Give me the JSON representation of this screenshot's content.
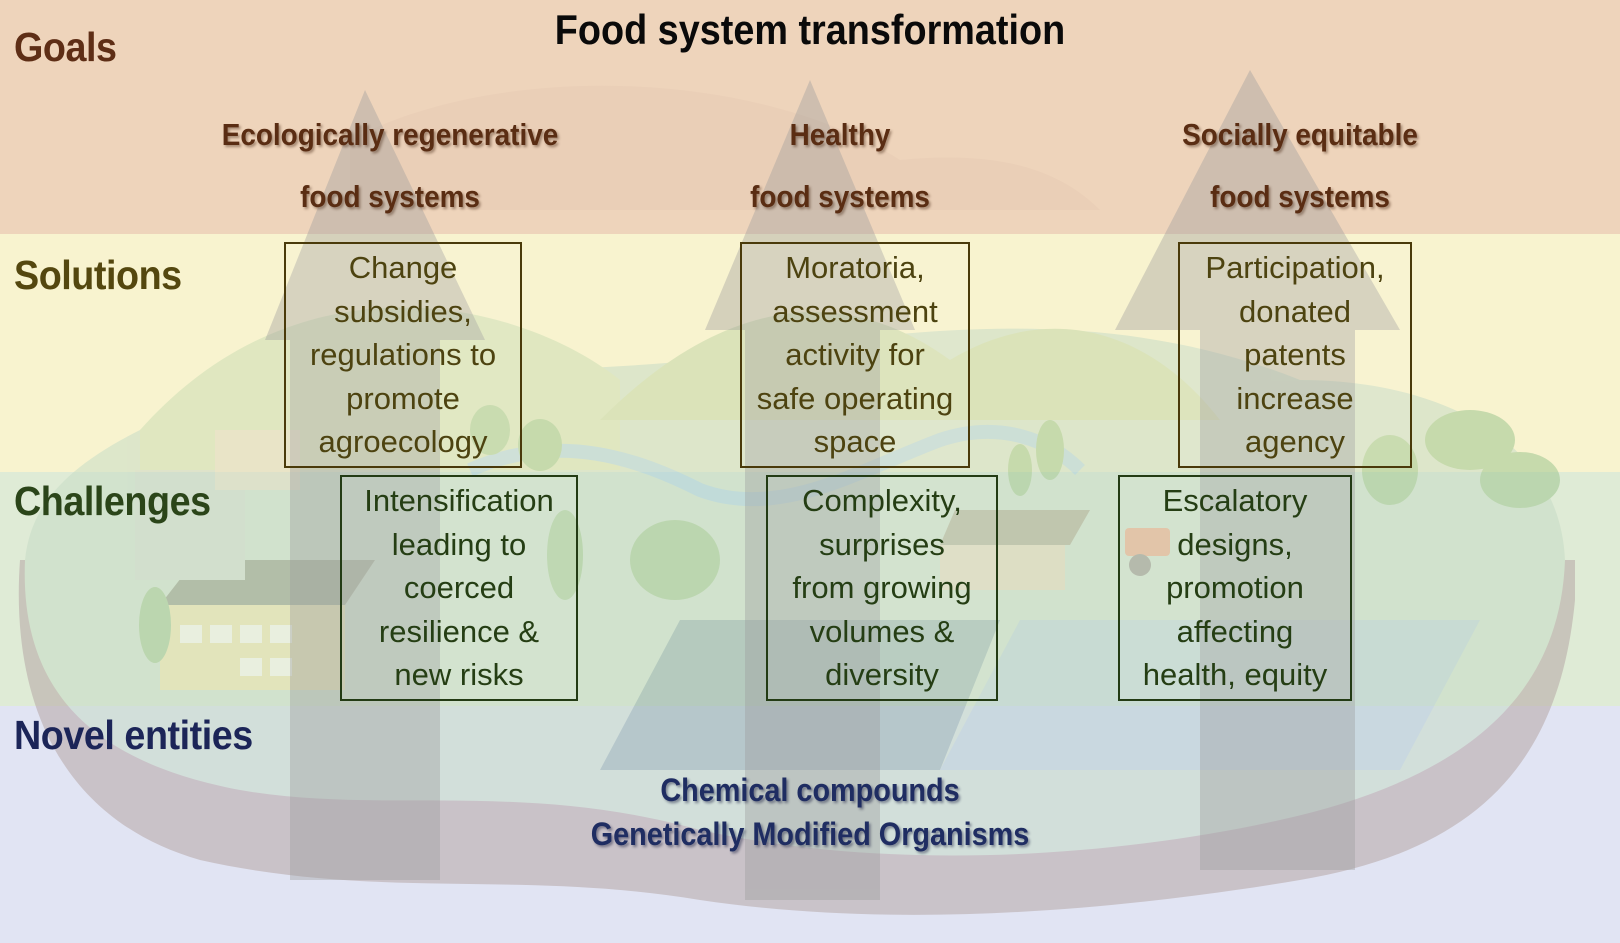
{
  "title": "Food system transformation",
  "sections": {
    "goals": "Goals",
    "solutions": "Solutions",
    "challenges": "Challenges",
    "novel_entities": "Novel entities"
  },
  "goals": [
    {
      "lines": [
        "Ecologically regenerative",
        "food systems"
      ]
    },
    {
      "lines": [
        "Healthy",
        "food systems"
      ]
    },
    {
      "lines": [
        "Socially equitable",
        "food systems"
      ]
    }
  ],
  "solutions": [
    {
      "lines": [
        "Change",
        "subsidies,",
        "regulations to",
        "promote",
        "agroecology"
      ]
    },
    {
      "lines": [
        "Moratoria,",
        "assessment",
        "activity for",
        "safe operating",
        "space"
      ]
    },
    {
      "lines": [
        "Participation,",
        "donated",
        "patents",
        "increase",
        "agency"
      ]
    }
  ],
  "challenges": [
    {
      "lines": [
        "Intensification",
        "leading to",
        "coerced",
        "resilience &",
        "new risks"
      ]
    },
    {
      "lines": [
        "Complexity,",
        "surprises",
        "from growing",
        "volumes &",
        "diversity"
      ]
    },
    {
      "lines": [
        "Escalatory",
        "designs,",
        "promotion",
        "affecting",
        "health, equity"
      ]
    }
  ],
  "novel_entities": [
    "Chemical compounds",
    "Genetically Modified Organisms"
  ],
  "colors": {
    "goals_band": "#eed4bb",
    "solutions_band": "#f8f3cf",
    "challenges_band": "#dfebd6",
    "novel_band": "#e1e4f3",
    "goals_text": "#5a2d13",
    "solutions_text": "#4d4310",
    "challenges_text": "#253e14",
    "novel_text": "#1f2d62"
  }
}
